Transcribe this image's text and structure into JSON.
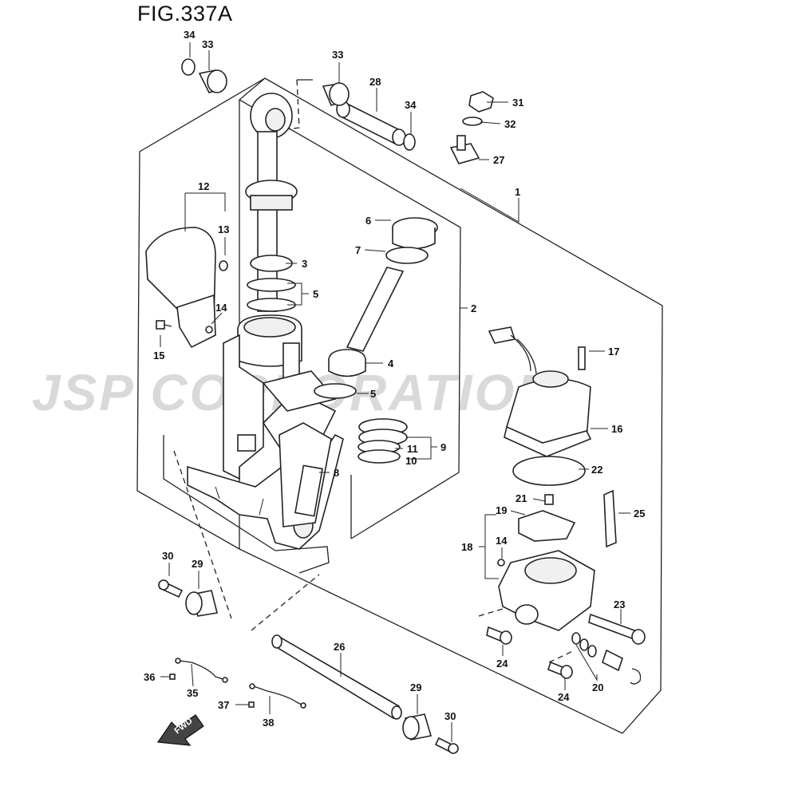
{
  "figure": {
    "title": "FIG.337A"
  },
  "watermark": {
    "text": "JSP CORPORATION"
  },
  "fwd_label": "FWD",
  "callouts": [
    {
      "id": "c34a",
      "num": "34"
    },
    {
      "id": "c33a",
      "num": "33"
    },
    {
      "id": "c33b",
      "num": "33"
    },
    {
      "id": "c28",
      "num": "28"
    },
    {
      "id": "c34b",
      "num": "34"
    },
    {
      "id": "c31",
      "num": "31"
    },
    {
      "id": "c32",
      "num": "32"
    },
    {
      "id": "c27",
      "num": "27"
    },
    {
      "id": "c1",
      "num": "1"
    },
    {
      "id": "c12",
      "num": "12"
    },
    {
      "id": "c13",
      "num": "13"
    },
    {
      "id": "c14a",
      "num": "14"
    },
    {
      "id": "c15",
      "num": "15"
    },
    {
      "id": "c3",
      "num": "3"
    },
    {
      "id": "c5a",
      "num": "5"
    },
    {
      "id": "c6",
      "num": "6"
    },
    {
      "id": "c7",
      "num": "7"
    },
    {
      "id": "c2",
      "num": "2"
    },
    {
      "id": "c4",
      "num": "4"
    },
    {
      "id": "c5b",
      "num": "5"
    },
    {
      "id": "c17",
      "num": "17"
    },
    {
      "id": "c16",
      "num": "16"
    },
    {
      "id": "c9",
      "num": "9"
    },
    {
      "id": "c11",
      "num": "11"
    },
    {
      "id": "c10",
      "num": "10"
    },
    {
      "id": "c8",
      "num": "8"
    },
    {
      "id": "c22",
      "num": "22"
    },
    {
      "id": "c21",
      "num": "21"
    },
    {
      "id": "c19",
      "num": "19"
    },
    {
      "id": "c25",
      "num": "25"
    },
    {
      "id": "c18",
      "num": "18"
    },
    {
      "id": "c14b",
      "num": "14"
    },
    {
      "id": "c30a",
      "num": "30"
    },
    {
      "id": "c29a",
      "num": "29"
    },
    {
      "id": "c23",
      "num": "23"
    },
    {
      "id": "c24a",
      "num": "24"
    },
    {
      "id": "c24b",
      "num": "24"
    },
    {
      "id": "c20",
      "num": "20"
    },
    {
      "id": "c26",
      "num": "26"
    },
    {
      "id": "c36",
      "num": "36"
    },
    {
      "id": "c35",
      "num": "35"
    },
    {
      "id": "c37",
      "num": "37"
    },
    {
      "id": "c38",
      "num": "38"
    },
    {
      "id": "c29b",
      "num": "29"
    },
    {
      "id": "c30b",
      "num": "30"
    }
  ]
}
